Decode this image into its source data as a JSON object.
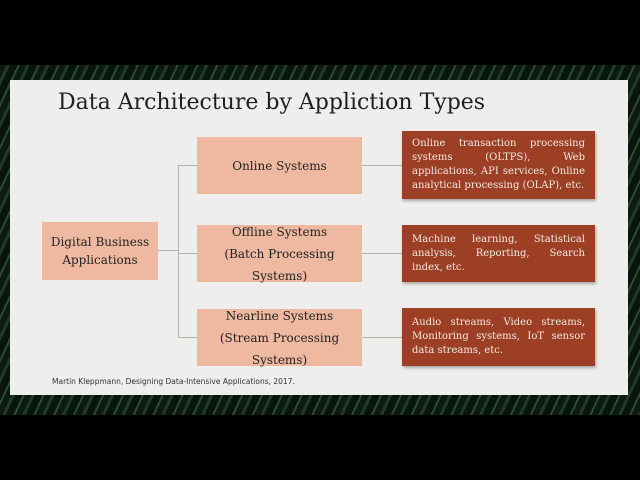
{
  "slide": {
    "title": "Data Architecture by Appliction Types",
    "root": {
      "line1": "Digital Business",
      "line2": "Applications"
    },
    "categories": [
      {
        "label": "Online Systems",
        "sublabel": "",
        "description": "Online transaction processing systems (OLTPS), Web applications, API services, Online analytical processing (OLAP), etc."
      },
      {
        "label": "Offline Systems",
        "sublabel": "(Batch Processing Systems)",
        "description": "Machine learning, Statistical analysis, Reporting, Search index, etc."
      },
      {
        "label": "Nearline Systems",
        "sublabel": "(Stream Processing Systems)",
        "description": "Audio streams, Video streams, Monitoring systems, IoT sensor data streams, etc."
      }
    ],
    "citation": "Martin Kleppmann, Designing Data-Intensive Applications, 2017."
  },
  "colors": {
    "light_box": "#efb9a1",
    "dark_box": "#9c3f24"
  }
}
